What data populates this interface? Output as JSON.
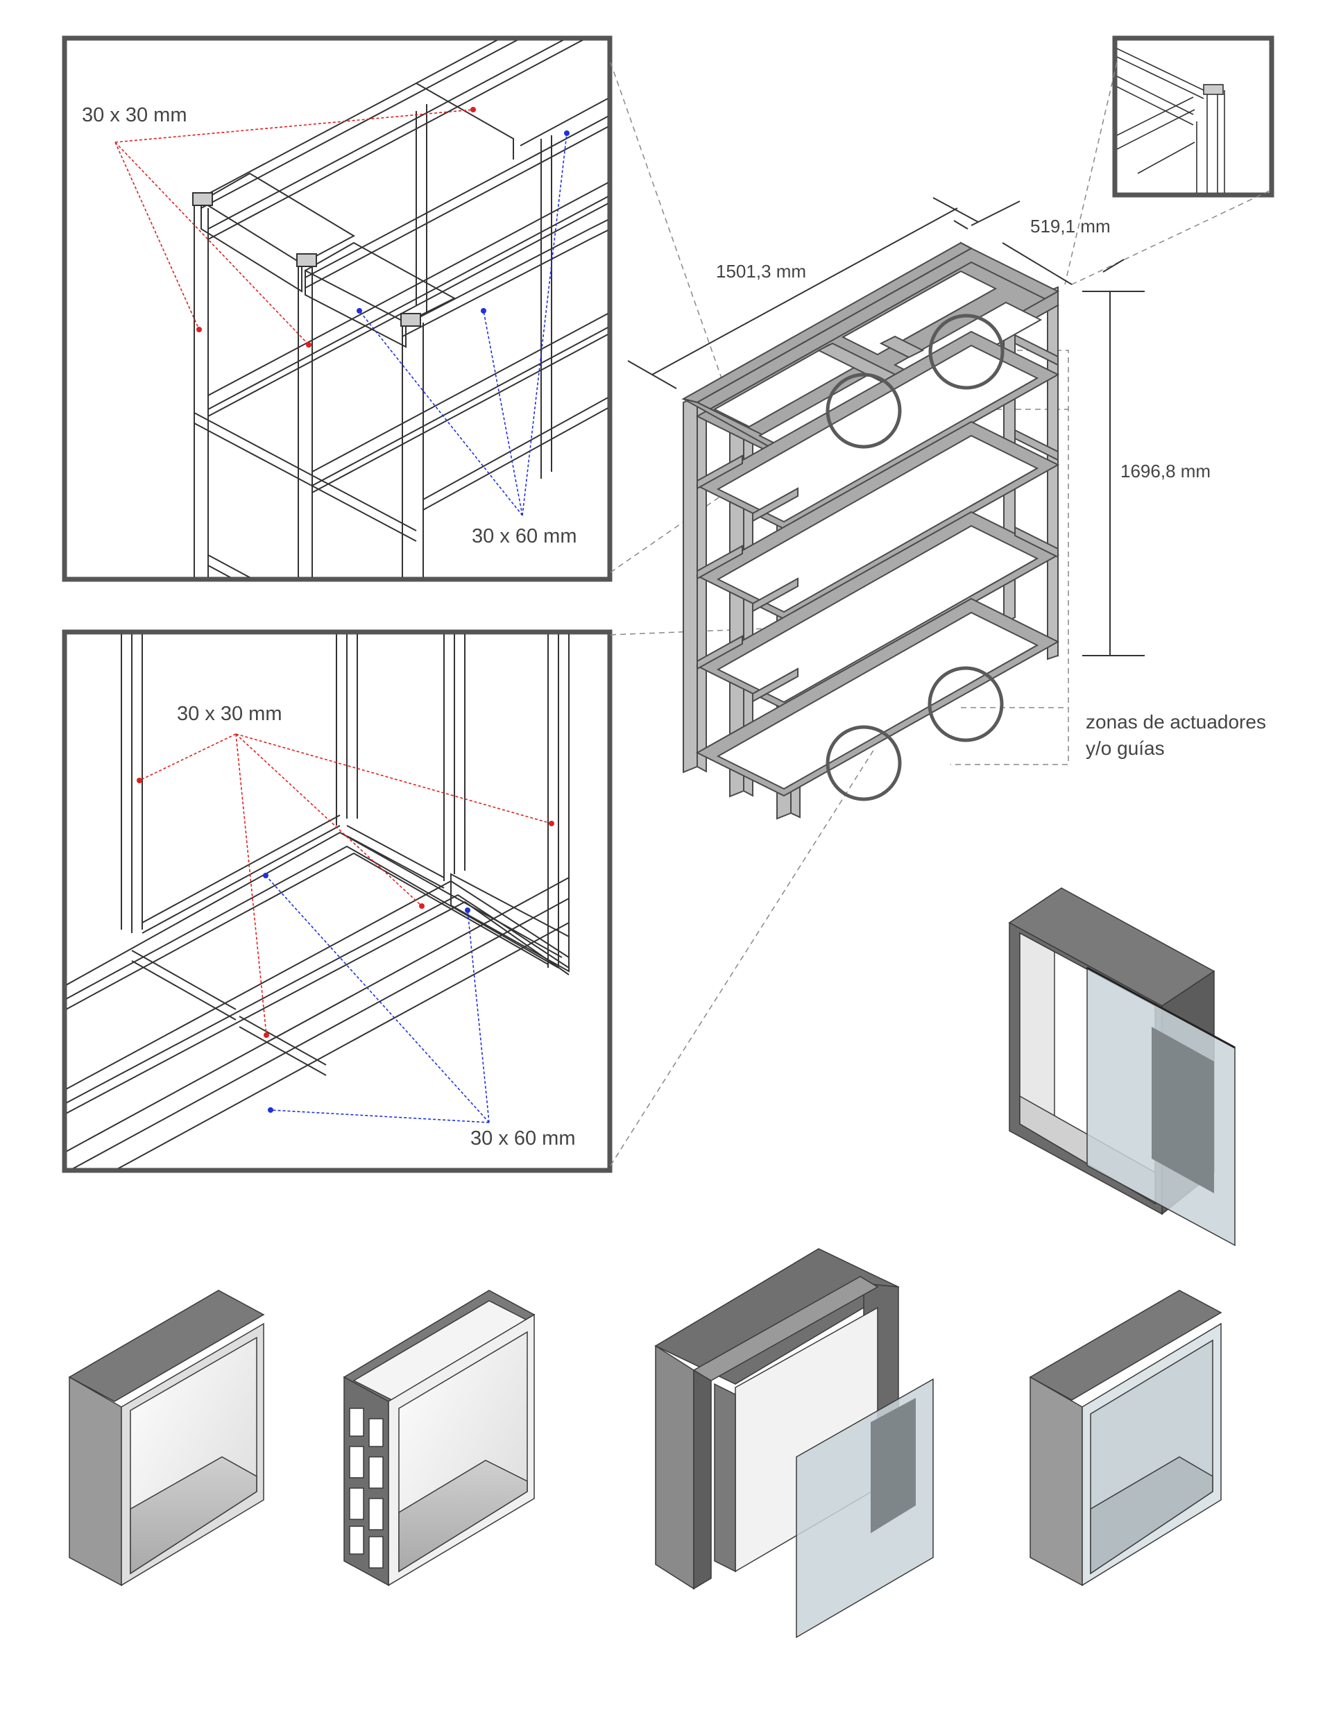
{
  "labels": {
    "detail_top": {
      "size_small": "30 x 30 mm",
      "size_large": "30 x 60 mm"
    },
    "detail_bottom": {
      "size_small": "30 x 30 mm",
      "size_large": "30 x 60 mm"
    },
    "dimensions": {
      "width": "1501,3 mm",
      "depth": "519,1 mm",
      "height": "1696,8 mm"
    },
    "zones": {
      "line1": "zonas de actuadores",
      "line2": "y/o guías"
    }
  },
  "colors": {
    "frame_stroke": "#555555",
    "callout_red": "#e02020",
    "callout_blue": "#2030e0",
    "panel_dark": "#6e6e6e",
    "panel_mid": "#9a9a9a",
    "panel_light": "#d4d4d4",
    "glass": "#c9d3d8",
    "inner_white": "#f2f2f2"
  }
}
